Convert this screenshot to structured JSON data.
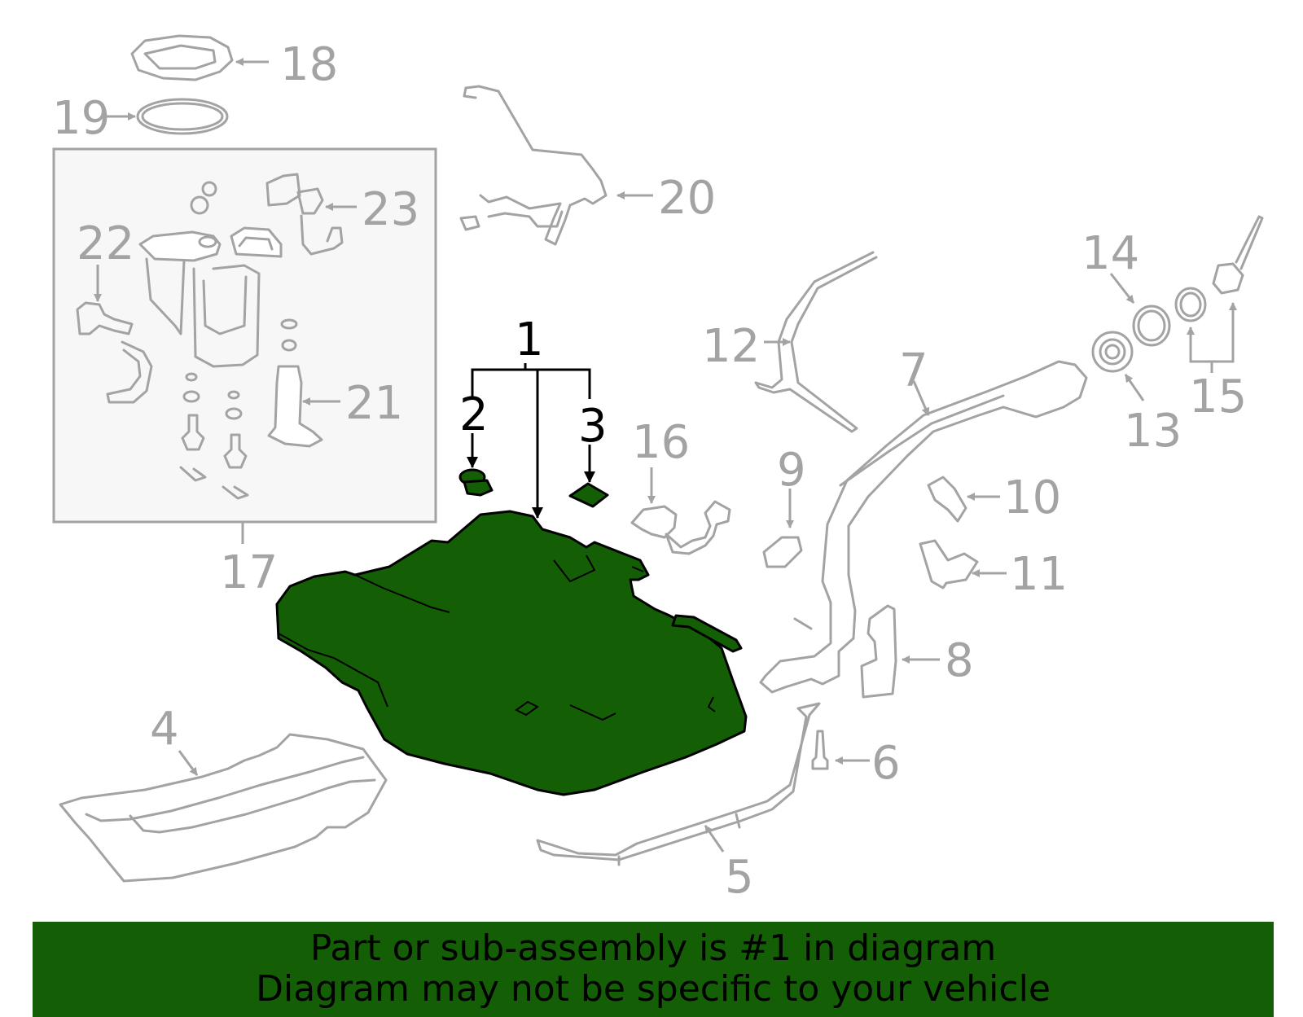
{
  "callouts": {
    "n1": "1",
    "n2": "2",
    "n3": "3",
    "n4": "4",
    "n5": "5",
    "n6": "6",
    "n7": "7",
    "n8": "8",
    "n9": "9",
    "n10": "10",
    "n11": "11",
    "n12": "12",
    "n13": "13",
    "n14": "14",
    "n15": "15",
    "n16": "16",
    "n17": "17",
    "n18": "18",
    "n19": "19",
    "n20": "20",
    "n21": "21",
    "n22": "22",
    "n23": "23"
  },
  "banner": {
    "line1": "Part or sub-assembly is #1 in diagram",
    "line2": "Diagram may not be specific to your vehicle"
  },
  "colors": {
    "highlight": "#145f06",
    "parts": "#a3a3a3",
    "banner": "#145f06"
  }
}
